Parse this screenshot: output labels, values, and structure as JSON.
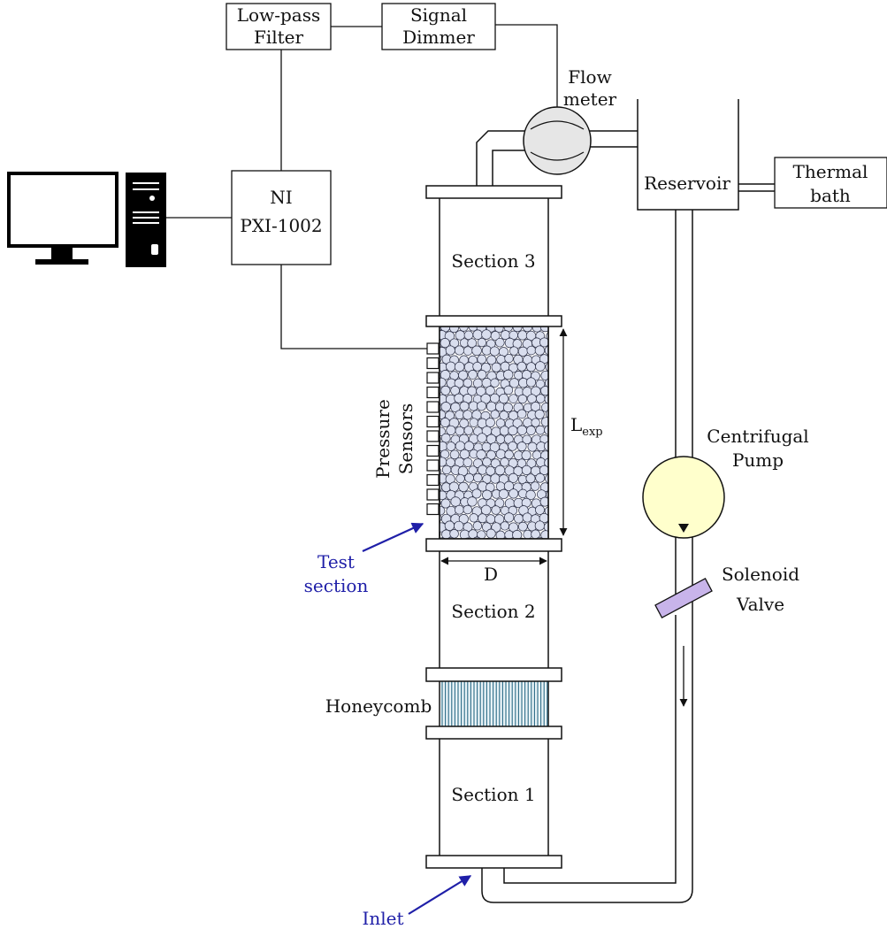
{
  "labels": {
    "lowpass_line1": "Low-pass",
    "lowpass_line2": "Filter",
    "dimmer_line1": "Signal",
    "dimmer_line2": "Dimmer",
    "flow_line1": "Flow",
    "flow_line2": "meter",
    "reservoir": "Reservoir",
    "thermal_line1": "Thermal",
    "thermal_line2": "bath",
    "ni_line1": "NI",
    "ni_line2": "PXI-1002",
    "section3": "Section 3",
    "section2": "Section 2",
    "section1": "Section 1",
    "pressure_line1": "Pressure",
    "pressure_line2": "Sensors",
    "lexp_main": "L",
    "lexp_sub": "exp",
    "d": "D",
    "test_line1": "Test",
    "test_line2": "section",
    "honeycomb": "Honeycomb",
    "pump_line1": "Centrifugal",
    "pump_line2": "Pump",
    "valve_line1": "Solenoid",
    "valve_line2": "Valve",
    "inlet": "Inlet"
  },
  "colors": {
    "annotation_blue": "#1f1fa8",
    "bead_fill": "#d9deee",
    "pump_fill": "#ffffcc",
    "valve_fill": "#c8b4ea",
    "honeycomb_line": "#2a6a86",
    "line": "#111111"
  },
  "icons": {
    "monitor": "monitor-icon",
    "tower": "computer-tower-icon"
  }
}
